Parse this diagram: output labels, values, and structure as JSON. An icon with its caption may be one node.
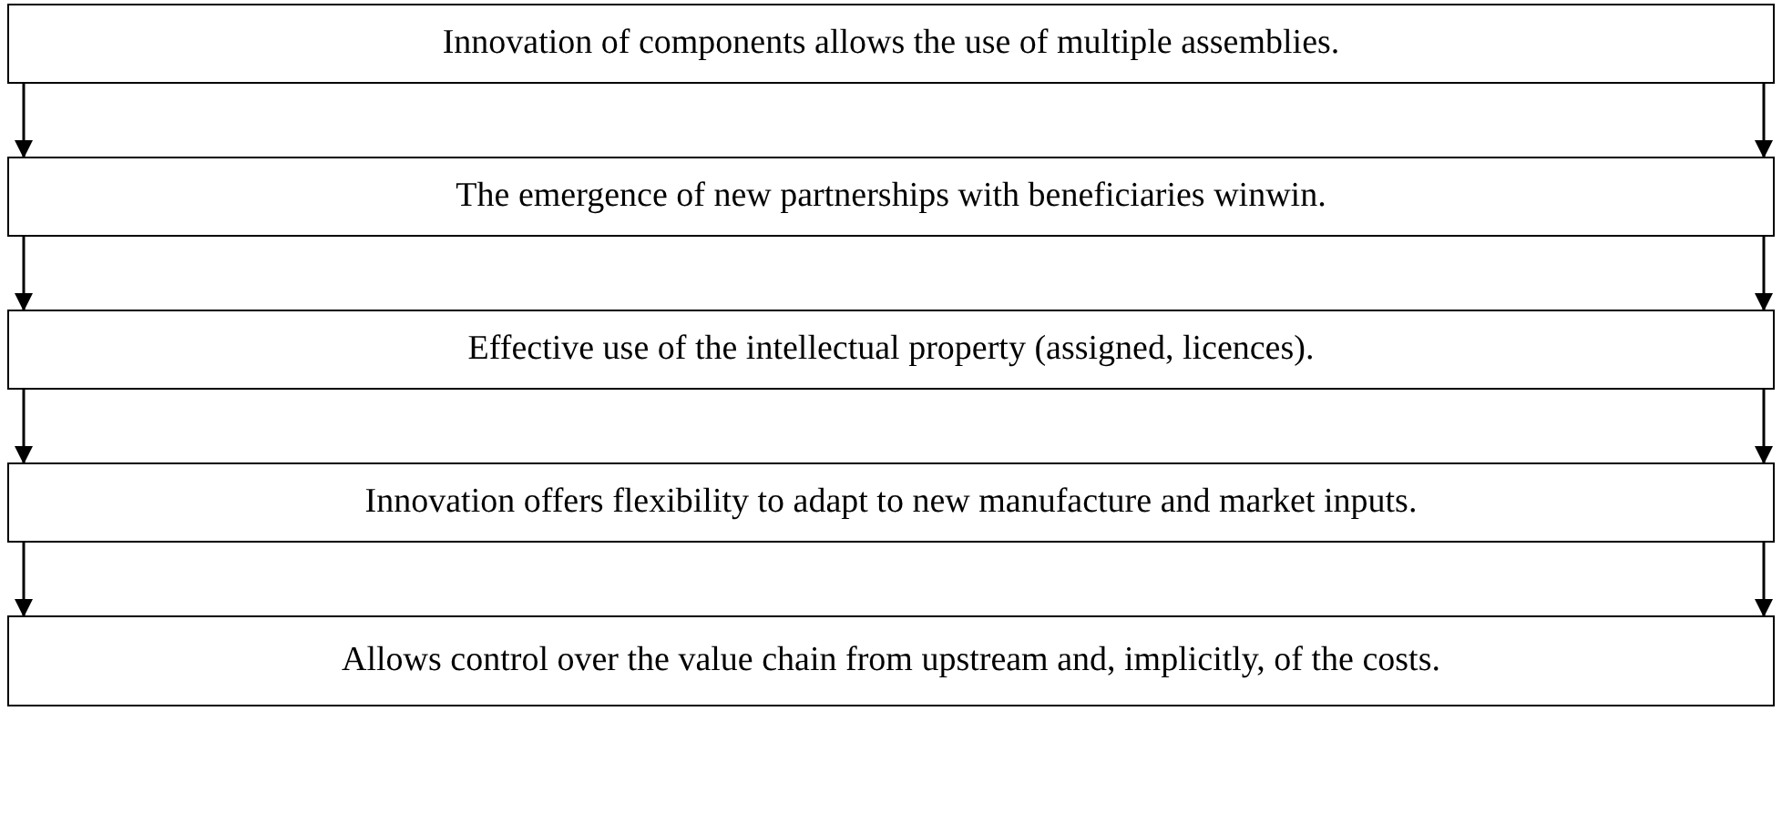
{
  "diagram": {
    "nodes": [
      {
        "text": [
          "Innovation of components allows the use of multiple assemblies."
        ]
      },
      {
        "text": [
          "The emergence of new partnerships with beneficiaries winwin."
        ]
      },
      {
        "text": [
          "Effective use of the intellectual property (assigned, licences)."
        ]
      },
      {
        "text": [
          "Innovation offers flexibility to adapt to new manufacture and market inputs."
        ]
      },
      {
        "text": [
          "Allows control over the value chain from upstream and, implicitly, of the costs."
        ]
      }
    ],
    "edges": [
      {
        "from": 0,
        "to": 1,
        "arrow": "to"
      },
      {
        "from": 0,
        "to": 1,
        "arrow": "to"
      },
      {
        "from": 1,
        "to": 2,
        "arrow": "to"
      },
      {
        "from": 1,
        "to": 2,
        "arrow": "to"
      },
      {
        "from": 2,
        "to": 3,
        "arrow": "to"
      },
      {
        "from": 2,
        "to": 3,
        "arrow": "to"
      },
      {
        "from": 3,
        "to": 4,
        "arrow": "to"
      },
      {
        "from": 3,
        "to": 4,
        "arrow": "to"
      }
    ]
  }
}
